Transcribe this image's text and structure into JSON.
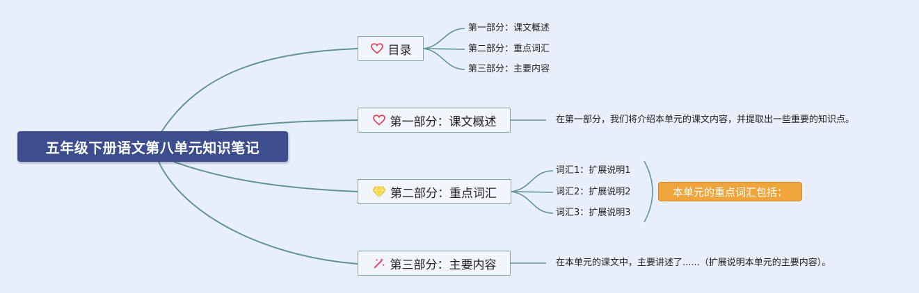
{
  "title": "五年级下册语文第八单元知识笔记",
  "branches": {
    "b0": {
      "label": "目录",
      "icon": "heart-icon"
    },
    "b1": {
      "label": "第一部分：课文概述",
      "icon": "heart-icon"
    },
    "b2": {
      "label": "第二部分：重点词汇",
      "icon": "diamond-icon"
    },
    "b3": {
      "label": "第三部分：主要内容",
      "icon": "magic-wand-icon"
    }
  },
  "toc": [
    "第一部分：课文概述",
    "第二部分：重点词汇",
    "第三部分：主要内容"
  ],
  "overview_text": "在第一部分，我们将介绍本单元的课文内容，并提取出一些重要的知识点。",
  "vocab": [
    "词汇1：扩展说明1",
    "词汇2：扩展说明2",
    "词汇3：扩展说明3"
  ],
  "vocab_summary": "本单元的重点词汇包括：",
  "content_text": "在本单元的课文中，主要讲述了......（扩展说明本单元的主要内容）。",
  "colors": {
    "background": "#e8eefa",
    "root": "#3d4e8f",
    "connector": "#5f9494",
    "branch_border": "#7aa3a8",
    "summary": "#f0a53c",
    "heart": "#e0455a",
    "diamond": "#f3d84b",
    "wand": "#e14a7a"
  }
}
